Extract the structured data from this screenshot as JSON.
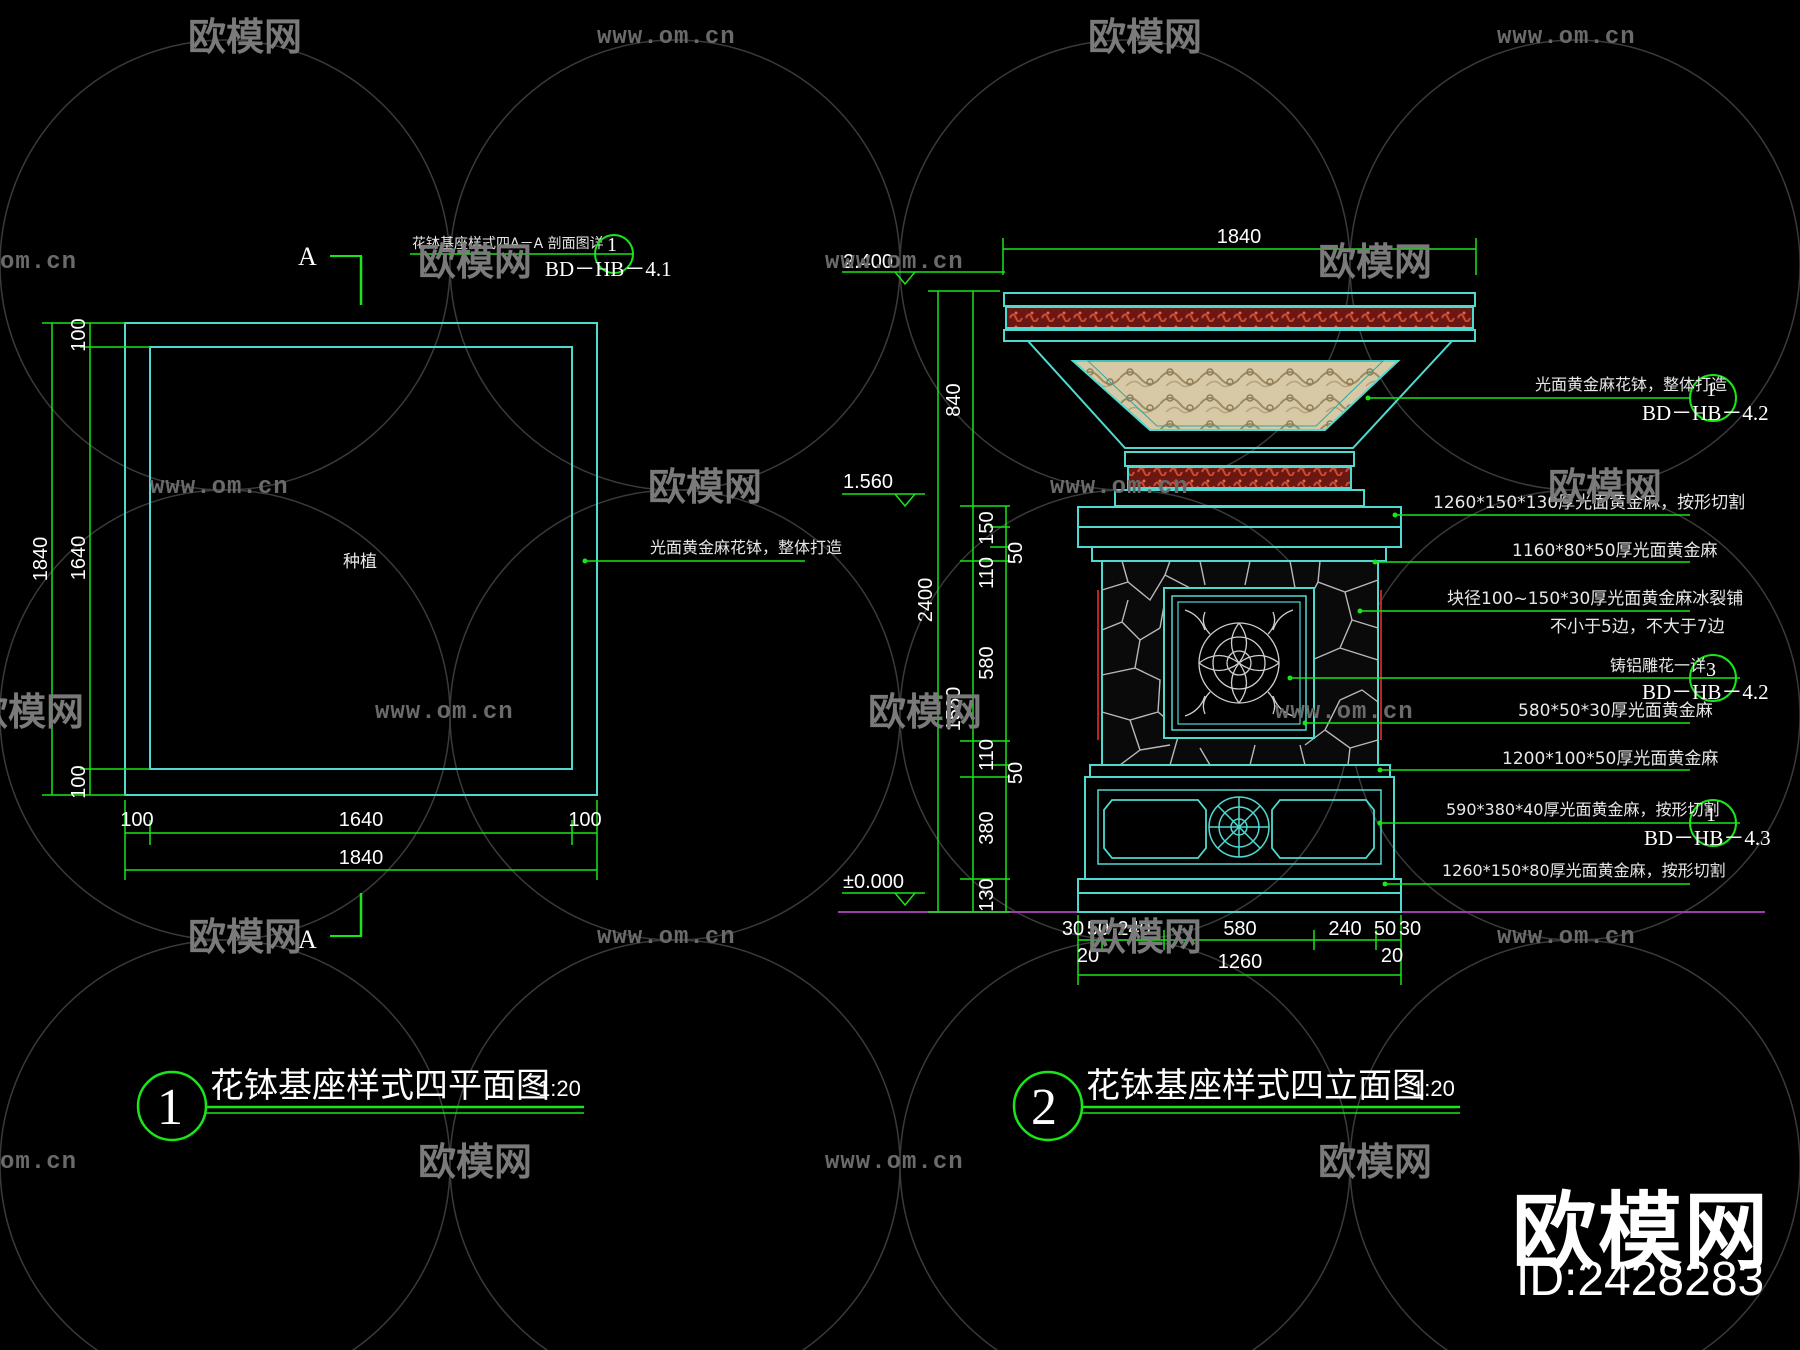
{
  "plan": {
    "section_marker": "A",
    "section_note": "花钵基座样式四A－A 剖面图详",
    "section_tag_num": "1",
    "section_tag_ref": "BD－HB－4.1",
    "center_label": "种植",
    "material_note": "光面黄金麻花钵，整体打造",
    "dims_left": [
      "100",
      "1640",
      "100",
      "1840"
    ],
    "dims_bottom": [
      "100",
      "1640",
      "100",
      "1840"
    ],
    "title_num": "1",
    "title": "花钵基座样式四平面图",
    "scale": "1:20"
  },
  "elevation": {
    "top_width": "1840",
    "levels": [
      "2.400",
      "1.560",
      "±0.000"
    ],
    "dims_vertical": [
      "840",
      "150",
      "110",
      "50",
      "2400",
      "580",
      "1560",
      "110",
      "50",
      "380",
      "130"
    ],
    "dims_bottom": [
      "30",
      "50",
      "240",
      "580",
      "240",
      "50",
      "30",
      "20",
      "20",
      "1260"
    ],
    "notes": [
      {
        "text": "光面黄金麻花钵，整体打造",
        "tag_num": "1",
        "tag_ref": "BD－HB－4.2"
      },
      {
        "text": "1260*150*130厚光面黄金麻，按形切割"
      },
      {
        "text": "1160*80*50厚光面黄金麻"
      },
      {
        "text": "块径100~150*30厚光面黄金麻冰裂铺"
      },
      {
        "text": "不小于5边，不大于7边"
      },
      {
        "text": "铸铝雕花一详",
        "tag_num": "3",
        "tag_ref": "BD－HB－4.2"
      },
      {
        "text": "580*50*30厚光面黄金麻"
      },
      {
        "text": "1200*100*50厚光面黄金麻"
      },
      {
        "text": "590*380*40厚光面黄金麻，按形切割",
        "tag_num": "1",
        "tag_ref": "BD－HB－4.3"
      },
      {
        "text": "1260*150*80厚光面黄金麻，按形切割"
      }
    ],
    "title_num": "2",
    "title": "花钵基座样式四立面图",
    "scale": "1:20"
  },
  "watermark": {
    "brand": "欧模网",
    "url": "www.om.cn",
    "url_short": "om.cn",
    "id": "ID:2428283"
  },
  "colors": {
    "background": "#000000",
    "cyan_lines": "#4fd9d0",
    "green_dims": "#19e619",
    "text": "#ffffff",
    "red_pattern": "#a32a1e",
    "ground_line": "#9b3fa8"
  }
}
